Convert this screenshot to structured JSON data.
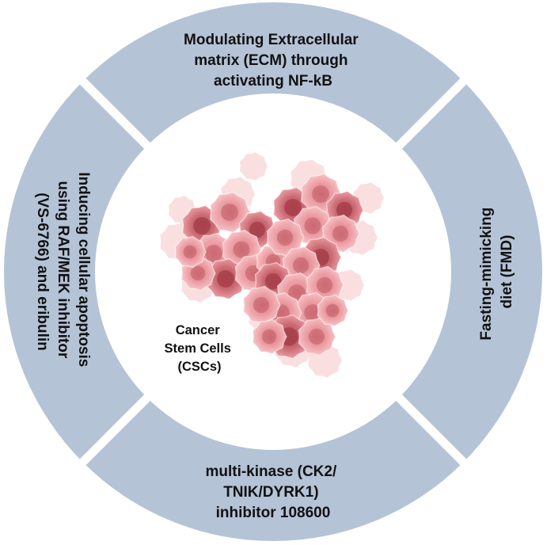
{
  "center": {
    "label_lines": [
      "Cancer",
      "Stem Cells",
      "(CSCs)"
    ]
  },
  "segments": [
    {
      "id": "top",
      "lines": [
        "Modulating Extracellular",
        "matrix (ECM) through",
        "activating NF-kB"
      ]
    },
    {
      "id": "right",
      "lines": [
        "Fasting-mimicking",
        "diet (FMD)"
      ]
    },
    {
      "id": "bottom",
      "lines": [
        "multi-kinase (CK2/",
        "TNIK/DYRK1)",
        "inhibitor 108600"
      ]
    },
    {
      "id": "left",
      "lines": [
        "Inducing cellular apoptosis",
        "using RAF/MEK inhibitor",
        "(VS-6766) and eribulin"
      ]
    }
  ],
  "colors": {
    "ring": "#b5c3d6",
    "gap": "#ffffff",
    "cell_light": "#f4b9bd",
    "cell_mid": "#ea9196",
    "cell_dark": "#c05c66",
    "nucleus": "#a8404b"
  },
  "icons": [
    "cancer-cell-cluster-icon"
  ]
}
